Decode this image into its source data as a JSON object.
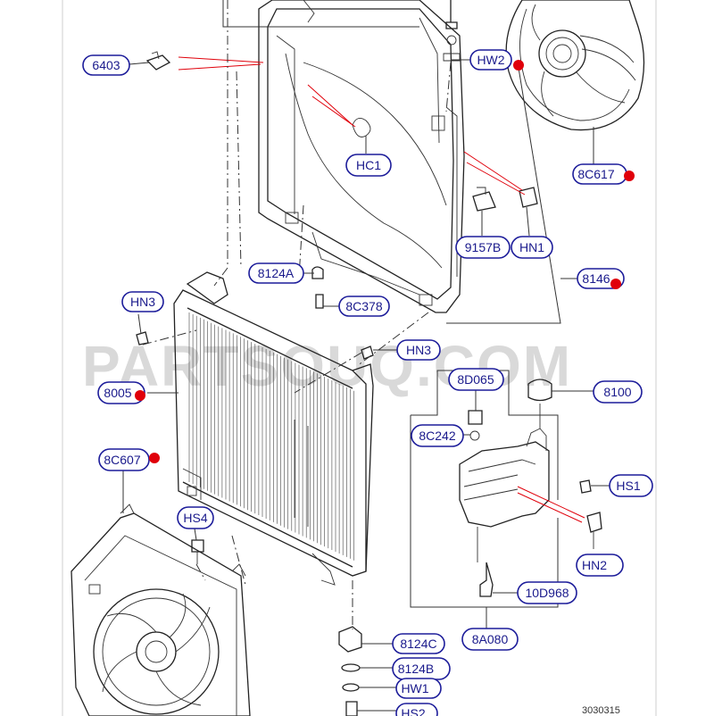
{
  "watermark": "PARTSOUQ.COM",
  "diagram_code": "3030315",
  "callouts": [
    {
      "id": "6403",
      "label": "6403"
    },
    {
      "id": "hw2",
      "label": "HW2"
    },
    {
      "id": "hc1",
      "label": "HC1"
    },
    {
      "id": "8c617",
      "label": "8C617"
    },
    {
      "id": "9157b",
      "label": "9157B"
    },
    {
      "id": "hn1-top",
      "label": "HN1"
    },
    {
      "id": "8146",
      "label": "8146"
    },
    {
      "id": "8124a",
      "label": "8124A"
    },
    {
      "id": "hn3-left",
      "label": "HN3"
    },
    {
      "id": "8c378",
      "label": "8C378"
    },
    {
      "id": "hn3-right",
      "label": "HN3"
    },
    {
      "id": "8005",
      "label": "8005"
    },
    {
      "id": "8d065",
      "label": "8D065"
    },
    {
      "id": "8100",
      "label": "8100"
    },
    {
      "id": "8c242",
      "label": "8C242"
    },
    {
      "id": "8c607",
      "label": "8C607"
    },
    {
      "id": "hs1",
      "label": "HS1"
    },
    {
      "id": "hs4",
      "label": "HS4"
    },
    {
      "id": "hn2",
      "label": "HN2"
    },
    {
      "id": "10d968",
      "label": "10D968"
    },
    {
      "id": "8a080",
      "label": "8A080"
    },
    {
      "id": "8124c",
      "label": "8124C"
    },
    {
      "id": "8124b",
      "label": "8124B"
    },
    {
      "id": "hw1",
      "label": "HW1"
    },
    {
      "id": "hs2",
      "label": "HS2"
    }
  ]
}
